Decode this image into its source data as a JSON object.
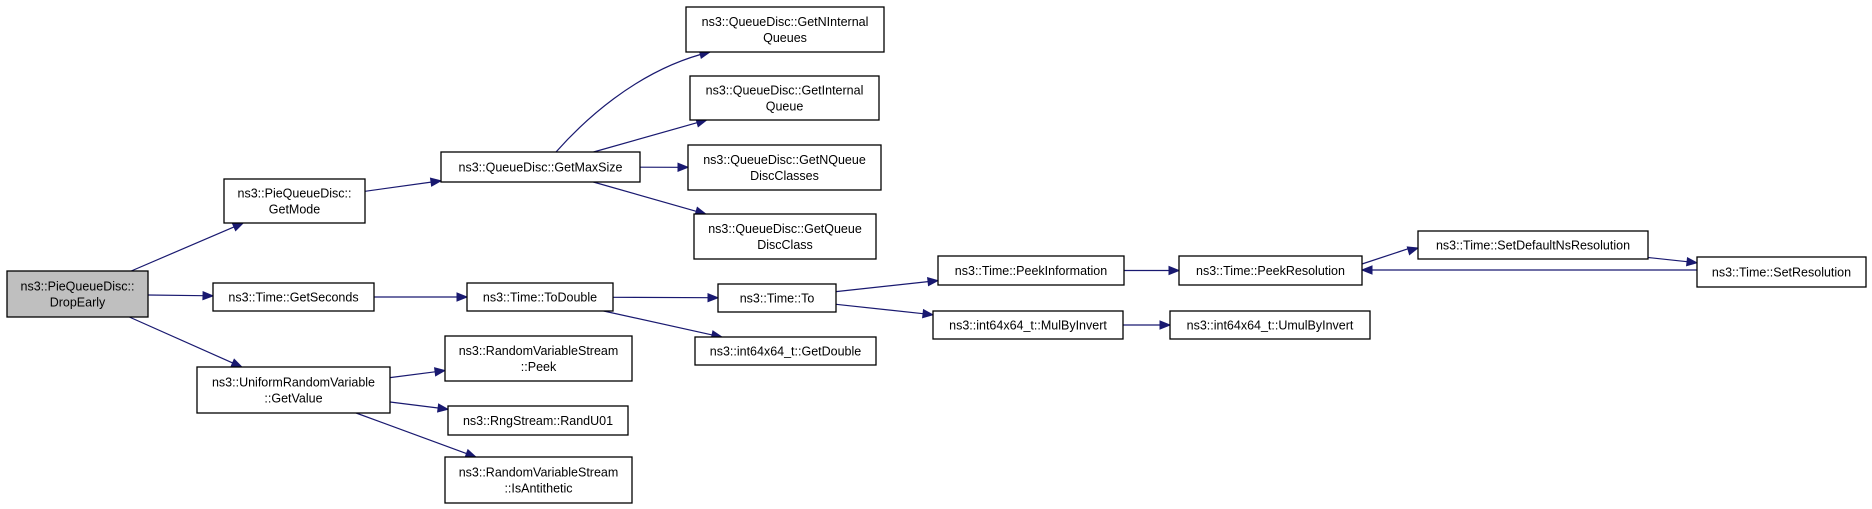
{
  "diagram": {
    "colors": {
      "edge": "#191970",
      "node_fill": "#ffffff",
      "root_fill": "#bfbfbf",
      "border": "#000000"
    },
    "nodes": [
      {
        "id": "drop_early",
        "lines": [
          "ns3::PieQueueDisc::",
          "DropEarly"
        ],
        "root": true
      },
      {
        "id": "get_mode",
        "lines": [
          "ns3::PieQueueDisc::",
          "GetMode"
        ]
      },
      {
        "id": "get_seconds",
        "lines": [
          "ns3::Time::GetSeconds"
        ]
      },
      {
        "id": "uniform_get_value",
        "lines": [
          "ns3::UniformRandomVariable",
          "::GetValue"
        ]
      },
      {
        "id": "get_max_size",
        "lines": [
          "ns3::QueueDisc::GetMaxSize"
        ]
      },
      {
        "id": "to_double",
        "lines": [
          "ns3::Time::ToDouble"
        ]
      },
      {
        "id": "rvs_peek",
        "lines": [
          "ns3::RandomVariableStream",
          "::Peek"
        ]
      },
      {
        "id": "rand_u01",
        "lines": [
          "ns3::RngStream::RandU01"
        ]
      },
      {
        "id": "rvs_is_antithetic",
        "lines": [
          "ns3::RandomVariableStream",
          "::IsAntithetic"
        ]
      },
      {
        "id": "get_n_internal_queues",
        "lines": [
          "ns3::QueueDisc::GetNInternal",
          "Queues"
        ]
      },
      {
        "id": "get_internal_queue",
        "lines": [
          "ns3::QueueDisc::GetInternal",
          "Queue"
        ]
      },
      {
        "id": "get_n_queue_disc_classes",
        "lines": [
          "ns3::QueueDisc::GetNQueue",
          "DiscClasses"
        ]
      },
      {
        "id": "get_queue_disc_class",
        "lines": [
          "ns3::QueueDisc::GetQueue",
          "DiscClass"
        ]
      },
      {
        "id": "time_to",
        "lines": [
          "ns3::Time::To"
        ]
      },
      {
        "id": "get_double",
        "lines": [
          "ns3::int64x64_t::GetDouble"
        ]
      },
      {
        "id": "peek_information",
        "lines": [
          "ns3::Time::PeekInformation"
        ]
      },
      {
        "id": "mul_by_invert",
        "lines": [
          "ns3::int64x64_t::MulByInvert"
        ]
      },
      {
        "id": "peek_resolution",
        "lines": [
          "ns3::Time::PeekResolution"
        ]
      },
      {
        "id": "umul_by_invert",
        "lines": [
          "ns3::int64x64_t::UmulByInvert"
        ]
      },
      {
        "id": "set_default_ns_resolution",
        "lines": [
          "ns3::Time::SetDefaultNsResolution"
        ]
      },
      {
        "id": "set_resolution",
        "lines": [
          "ns3::Time::SetResolution"
        ]
      }
    ],
    "edges": [
      {
        "from": "drop_early",
        "to": "get_mode"
      },
      {
        "from": "drop_early",
        "to": "get_seconds"
      },
      {
        "from": "drop_early",
        "to": "uniform_get_value"
      },
      {
        "from": "get_mode",
        "to": "get_max_size"
      },
      {
        "from": "get_max_size",
        "to": "get_n_internal_queues"
      },
      {
        "from": "get_max_size",
        "to": "get_internal_queue"
      },
      {
        "from": "get_max_size",
        "to": "get_n_queue_disc_classes"
      },
      {
        "from": "get_max_size",
        "to": "get_queue_disc_class"
      },
      {
        "from": "get_seconds",
        "to": "to_double"
      },
      {
        "from": "to_double",
        "to": "time_to"
      },
      {
        "from": "to_double",
        "to": "get_double"
      },
      {
        "from": "time_to",
        "to": "peek_information"
      },
      {
        "from": "time_to",
        "to": "mul_by_invert"
      },
      {
        "from": "peek_information",
        "to": "peek_resolution"
      },
      {
        "from": "mul_by_invert",
        "to": "umul_by_invert"
      },
      {
        "from": "peek_resolution",
        "to": "set_default_ns_resolution"
      },
      {
        "from": "set_default_ns_resolution",
        "to": "set_resolution"
      },
      {
        "from": "set_resolution",
        "to": "peek_resolution"
      },
      {
        "from": "uniform_get_value",
        "to": "rvs_peek"
      },
      {
        "from": "uniform_get_value",
        "to": "rand_u01"
      },
      {
        "from": "uniform_get_value",
        "to": "rvs_is_antithetic"
      }
    ]
  }
}
